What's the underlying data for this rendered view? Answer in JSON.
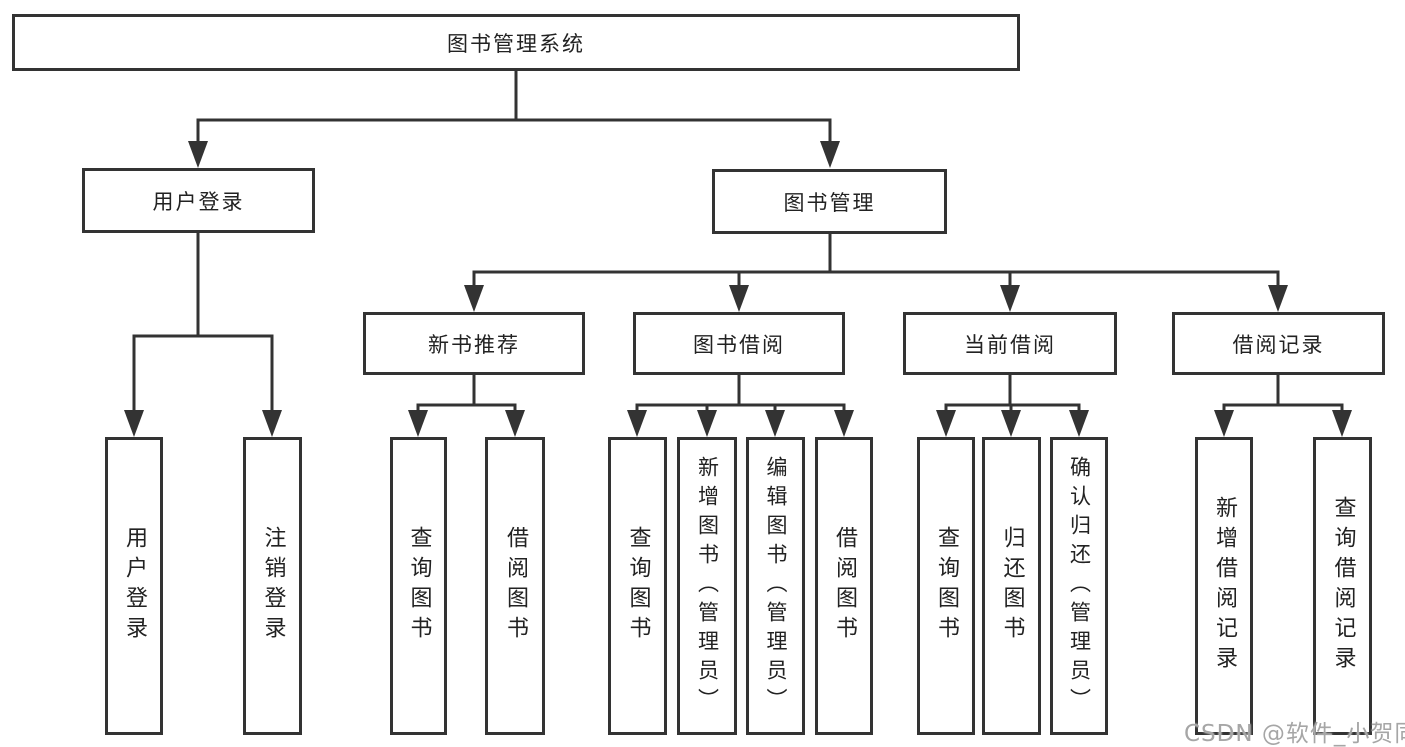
{
  "watermark": {
    "text": "CSDN @软件_小贺同学"
  },
  "tree": {
    "root": {
      "label": "图书管理系统",
      "children": [
        {
          "label": "用户登录",
          "children": [
            {
              "label": "用户登录"
            },
            {
              "label": "注销登录"
            }
          ]
        },
        {
          "label": "图书管理",
          "children": [
            {
              "label": "新书推荐",
              "children": [
                {
                  "label": "查询图书"
                },
                {
                  "label": "借阅图书"
                }
              ]
            },
            {
              "label": "图书借阅",
              "children": [
                {
                  "label": "查询图书"
                },
                {
                  "label": "新增图书（管理员）"
                },
                {
                  "label": "编辑图书（管理员）"
                },
                {
                  "label": "借阅图书"
                }
              ]
            },
            {
              "label": "当前借阅",
              "children": [
                {
                  "label": "查询图书"
                },
                {
                  "label": "归还图书"
                },
                {
                  "label": "确认归还（管理员）"
                }
              ]
            },
            {
              "label": "借阅记录",
              "children": [
                {
                  "label": "新增借阅记录"
                },
                {
                  "label": "查询借阅记录"
                }
              ]
            }
          ]
        }
      ]
    }
  },
  "colors": {
    "line": "#333333",
    "text": "#222222",
    "watermark": "#a6a6a6",
    "background": "#ffffff"
  }
}
